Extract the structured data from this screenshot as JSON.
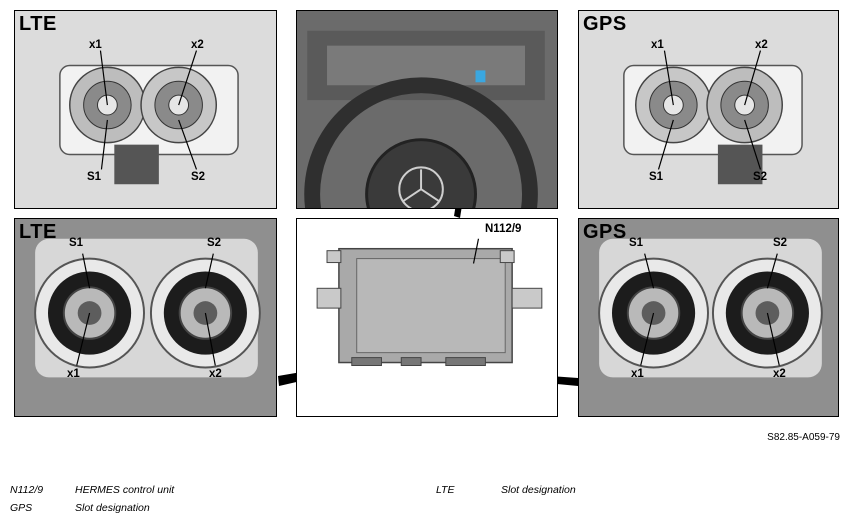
{
  "panels": {
    "top_left": {
      "tag": "LTE",
      "labels": {
        "x1": "x1",
        "x2": "x2",
        "s1": "S1",
        "s2": "S2"
      }
    },
    "top_right": {
      "tag": "GPS",
      "labels": {
        "x1": "x1",
        "x2": "x2",
        "s1": "S1",
        "s2": "S2"
      }
    },
    "bottom_left": {
      "tag": "LTE",
      "labels": {
        "s1": "S1",
        "s2": "S2",
        "x1": "x1",
        "x2": "x2"
      }
    },
    "bottom_right": {
      "tag": "GPS",
      "labels": {
        "s1": "S1",
        "s2": "S2",
        "x1": "x1",
        "x2": "x2"
      }
    },
    "module": {
      "label": "N112/9"
    }
  },
  "figure_ref": "S82.85-A059-79",
  "legend": [
    {
      "code": "N112/9",
      "text": "HERMES control unit"
    },
    {
      "code": "GPS",
      "text": "Slot designation"
    },
    {
      "code": "LTE",
      "text": "Slot designation"
    }
  ]
}
